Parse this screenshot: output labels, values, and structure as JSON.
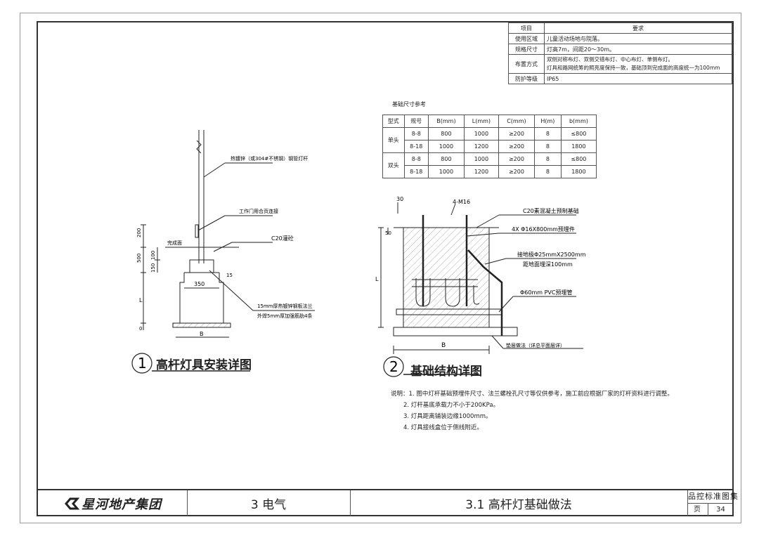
{
  "requirements": {
    "header": {
      "item": "项目",
      "requirement": "要求"
    },
    "rows": [
      {
        "item": "使用区域",
        "value": "儿童活动场地与院落。"
      },
      {
        "item": "规格尺寸",
        "value": "灯高7m，间距20～30m。"
      },
      {
        "item": "布置方式",
        "value": "双侧对称布灯、双侧交错布灯、中心布灯、单侧布灯。",
        "value2": "灯具和路网统筹的照亮度保持一致，基础顶到完成面的高度统一为100mm"
      },
      {
        "item": "防护等级",
        "value": "IP65"
      }
    ]
  },
  "foundation_table": {
    "caption": "基础尺寸参考",
    "headers": [
      "型式",
      "规号",
      "B(mm)",
      "L(mm)",
      "C(mm)",
      "H(m)",
      "b(mm)"
    ],
    "groups": [
      {
        "type": "单头",
        "rows": [
          [
            "8-8",
            "800",
            "1000",
            "≥200",
            "8",
            "≤800"
          ],
          [
            "8-18",
            "1000",
            "1200",
            "≥200",
            "8",
            "1800"
          ]
        ]
      },
      {
        "type": "双头",
        "rows": [
          [
            "8-8",
            "800",
            "1000",
            "≥200",
            "8",
            "≤800"
          ],
          [
            "8-18",
            "1000",
            "1200",
            "≥200",
            "8",
            "1800"
          ]
        ]
      }
    ]
  },
  "detail1": {
    "number": "1",
    "title": "高杆灯具安装详图",
    "labels": {
      "pole": "热镀锌（或304#不锈钢）钢管灯杆",
      "door": "工作门用合页连接",
      "c20": "C20灌砼",
      "finish": "完成面",
      "plate1": "15mm厚热镀锌钢板法兰",
      "plate2": "外焊5mm厚加强筋肋4条",
      "dim350": "350",
      "dim200": "200",
      "dim500": "500",
      "dim150": "150",
      "dim100": "100",
      "dimL": "L",
      "dimB": "B",
      "dim15": "15",
      "dim0": "0"
    }
  },
  "detail2": {
    "number": "2",
    "title": "基础结构详图",
    "labels": {
      "dim30": "30",
      "bolts": "4-M16",
      "c20": "C20素混凝土预制基础",
      "rebar": "4X Φ16X800mm预埋件",
      "ground1": "接地极Φ25mmX2500mm",
      "ground2": "距地面埋深100mm",
      "pvc": "Φ60mm PVC预埋管",
      "dim50": "50",
      "dimL": "L",
      "dimB": "B",
      "base": "垫层做法（详总平面层详）"
    }
  },
  "notes": {
    "lead": "说明：",
    "items": [
      "1. 图中灯杆基础预埋件尺寸、法兰螺栓孔尺寸等仅供参考，施工前应根据厂家的灯杆资料进行调整。",
      "2. 灯杆基底承载力不小于200KPa。",
      "3. 灯具距离铺装边缘1000mm。",
      "4. 灯具接线盒位于侧线附近。"
    ]
  },
  "title_block": {
    "logo": "星河地产集团",
    "section": "3 电气",
    "drawing": "3.1 高杆灯基础做法",
    "set": "品控标准图集",
    "page_label": "页",
    "page_no": "34"
  },
  "colors": {
    "line": "#222222",
    "hatch": "#555555",
    "border": "#555555"
  }
}
